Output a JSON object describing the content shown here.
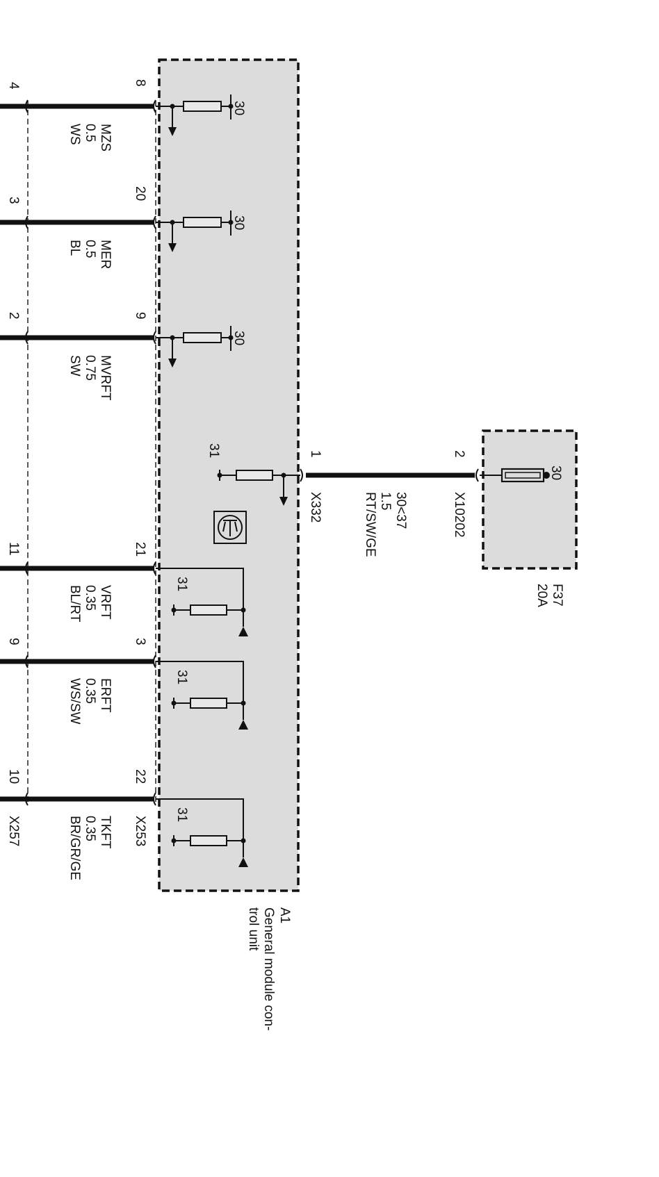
{
  "module": {
    "designation": "A1",
    "name_line1": "General module con-",
    "name_line2": "trol unit"
  },
  "fuse": {
    "designation": "F37",
    "rating": "20A",
    "terminal": "30",
    "pin": "2",
    "connector": "X10202"
  },
  "supply": {
    "pin": "1",
    "connector": "X332",
    "terminal": "30<37",
    "cross_section": "1.5",
    "color": "RT/SW/GE",
    "ground_terminal": "31"
  },
  "connectors": {
    "module_side": "X253",
    "far_side": "X257"
  },
  "lines": [
    {
      "pin_module": "8",
      "pin_far": "4",
      "name": "MZS",
      "cross_section": "0.5",
      "color": "WS",
      "terminal": "30"
    },
    {
      "pin_module": "20",
      "pin_far": "3",
      "name": "MER",
      "cross_section": "0.5",
      "color": "BL",
      "terminal": "30"
    },
    {
      "pin_module": "9",
      "pin_far": "2",
      "name": "MVRFT",
      "cross_section": "0.75",
      "color": "SW",
      "terminal": "30"
    },
    {
      "pin_module": "21",
      "pin_far": "11",
      "name": "VRFT",
      "cross_section": "0.35",
      "color": "BL/RT",
      "terminal": "31"
    },
    {
      "pin_module": "3",
      "pin_far": "9",
      "name": "ERFT",
      "cross_section": "0.35",
      "color": "WS/SW",
      "terminal": "31"
    },
    {
      "pin_module": "22",
      "pin_far": "10",
      "name": "TKFT",
      "cross_section": "0.35",
      "color": "BR/GR/GE",
      "terminal": "31"
    }
  ]
}
